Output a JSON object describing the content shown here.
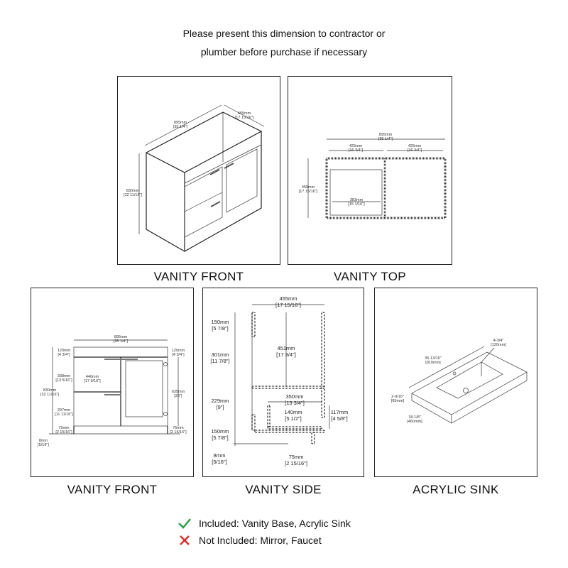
{
  "header": {
    "line1": "Please present this dimension to contractor or",
    "line2": "plumber before purchase if necessary"
  },
  "panels": {
    "vanity_front_iso": {
      "caption": "VANITY FRONT",
      "width": [
        "895mm",
        "[35 1/4\"]"
      ],
      "depth": [
        "455mm",
        "[17 15/16\"]"
      ],
      "height": [
        "830mm",
        "[32 11/16\"]"
      ]
    },
    "vanity_top": {
      "caption": "VANITY TOP",
      "width": [
        "895mm",
        "[35 1/4\"]"
      ],
      "left": [
        "425mm",
        "[16 3/4\"]"
      ],
      "right": [
        "425mm",
        "[16 3/4\"]"
      ],
      "depth": [
        "455mm",
        "[17 15/16\"]"
      ],
      "inner": [
        "383mm",
        "[15 1/16\"]"
      ]
    },
    "vanity_front": {
      "caption": "VANITY FRONT",
      "width": [
        "895mm",
        "[35 1/4\"]"
      ],
      "top_left": [
        "120mm",
        "[4 3/4\"]"
      ],
      "top_right": [
        "120mm",
        "[4 3/4\"]"
      ],
      "drawer1": [
        "338mm",
        "[13 5/16\"]"
      ],
      "drawer_w": [
        "446mm",
        "[17 9/16\"]"
      ],
      "total": [
        "830mm",
        "[32 11/16\"]"
      ],
      "door": [
        "635mm",
        "[25\"]"
      ],
      "drawer2": [
        "297mm",
        "[11 11/16\"]"
      ],
      "leg_left": [
        "75mm",
        "[2 15/16\"]"
      ],
      "leg_right": [
        "75mm",
        "[2 15/16\"]"
      ],
      "foot": [
        "8mm",
        "[5/16\"]"
      ]
    },
    "vanity_side": {
      "caption": "VANITY SIDE",
      "depth": [
        "455mm",
        "[17 15/16\"]"
      ],
      "a": [
        "150mm",
        "[5 7/8\"]"
      ],
      "b": [
        "301mm",
        "[11 7/8\"]"
      ],
      "inner_h": [
        "451mm",
        "[17 3/4\"]"
      ],
      "c": [
        "229mm",
        "[9\"]"
      ],
      "drawer_d": [
        "350mm",
        "[13 3/4\"]"
      ],
      "drawer_h": [
        "140mm",
        "[5 1/2\"]"
      ],
      "drawer_side": [
        "117mm",
        "[4 5/8\"]"
      ],
      "d": [
        "150mm",
        "[5 7/8\"]"
      ],
      "foot": [
        "8mm",
        "[5/16\"]"
      ],
      "leg": [
        "75mm",
        "[2 15/16\"]"
      ]
    },
    "acrylic_sink": {
      "caption": "ACRYLIC SINK",
      "length": [
        "35-13/16\"",
        "[910mm]"
      ],
      "bowl": [
        "4-3/4\"",
        "[120mm]"
      ],
      "thickness": [
        "2-9/16\"",
        "[65mm]"
      ],
      "depth": [
        "18-1/8\"",
        "[460mm]"
      ]
    }
  },
  "legend": {
    "included": "Included: Vanity Base, Acrylic Sink",
    "not_included": "Not Included: Mirror, Faucet",
    "included_icon": "check-icon",
    "not_included_icon": "x-icon",
    "included_color": "#2e9e4a",
    "not_included_color": "#d9302c"
  }
}
